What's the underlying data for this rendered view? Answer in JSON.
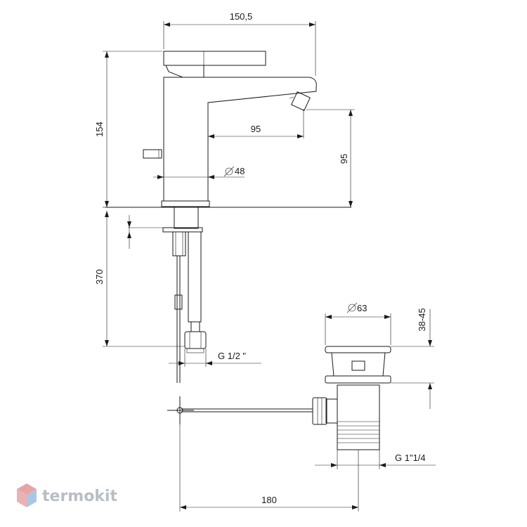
{
  "drawing": {
    "dimensions": {
      "total_width": "150,5",
      "height": "154",
      "spout_reach": "95",
      "spout_height": "95",
      "body_diameter": "48",
      "hose_length": "370",
      "inlet_thread": "G 1/2 \"",
      "waste_diameter": "63",
      "waste_height_range": "38-45",
      "waste_thread": "G 1\"1/4",
      "rod_length": "180"
    }
  },
  "brand": {
    "name": "termokit",
    "colors": {
      "logo_red": "#e8a4a4",
      "logo_blue": "#a9c7e4",
      "logo_text": "#b9bec4"
    }
  }
}
